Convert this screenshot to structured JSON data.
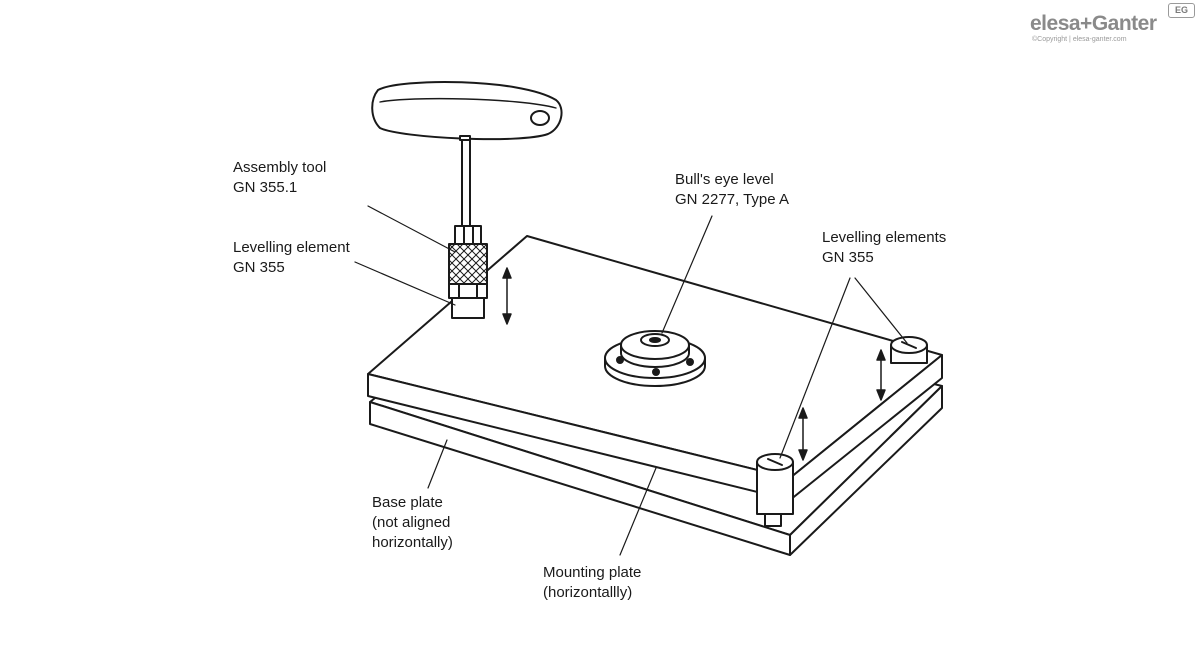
{
  "logo": {
    "name": "elesa+Ganter",
    "badge": "EG",
    "copyright": "©Copyright | elesa-ganter.com"
  },
  "labels": {
    "assembly_tool": [
      "Assembly tool",
      "GN 355.1"
    ],
    "levelling_element": [
      "Levelling element",
      "GN 355"
    ],
    "bulls_eye": [
      "Bull's eye level",
      "GN 2277, Type A"
    ],
    "levelling_elements": [
      "Levelling elements",
      "GN 355"
    ],
    "base_plate": [
      "Base plate",
      "(not aligned",
      "horizontally)"
    ],
    "mounting_plate": [
      "Mounting plate",
      "(horizontallly)"
    ]
  }
}
